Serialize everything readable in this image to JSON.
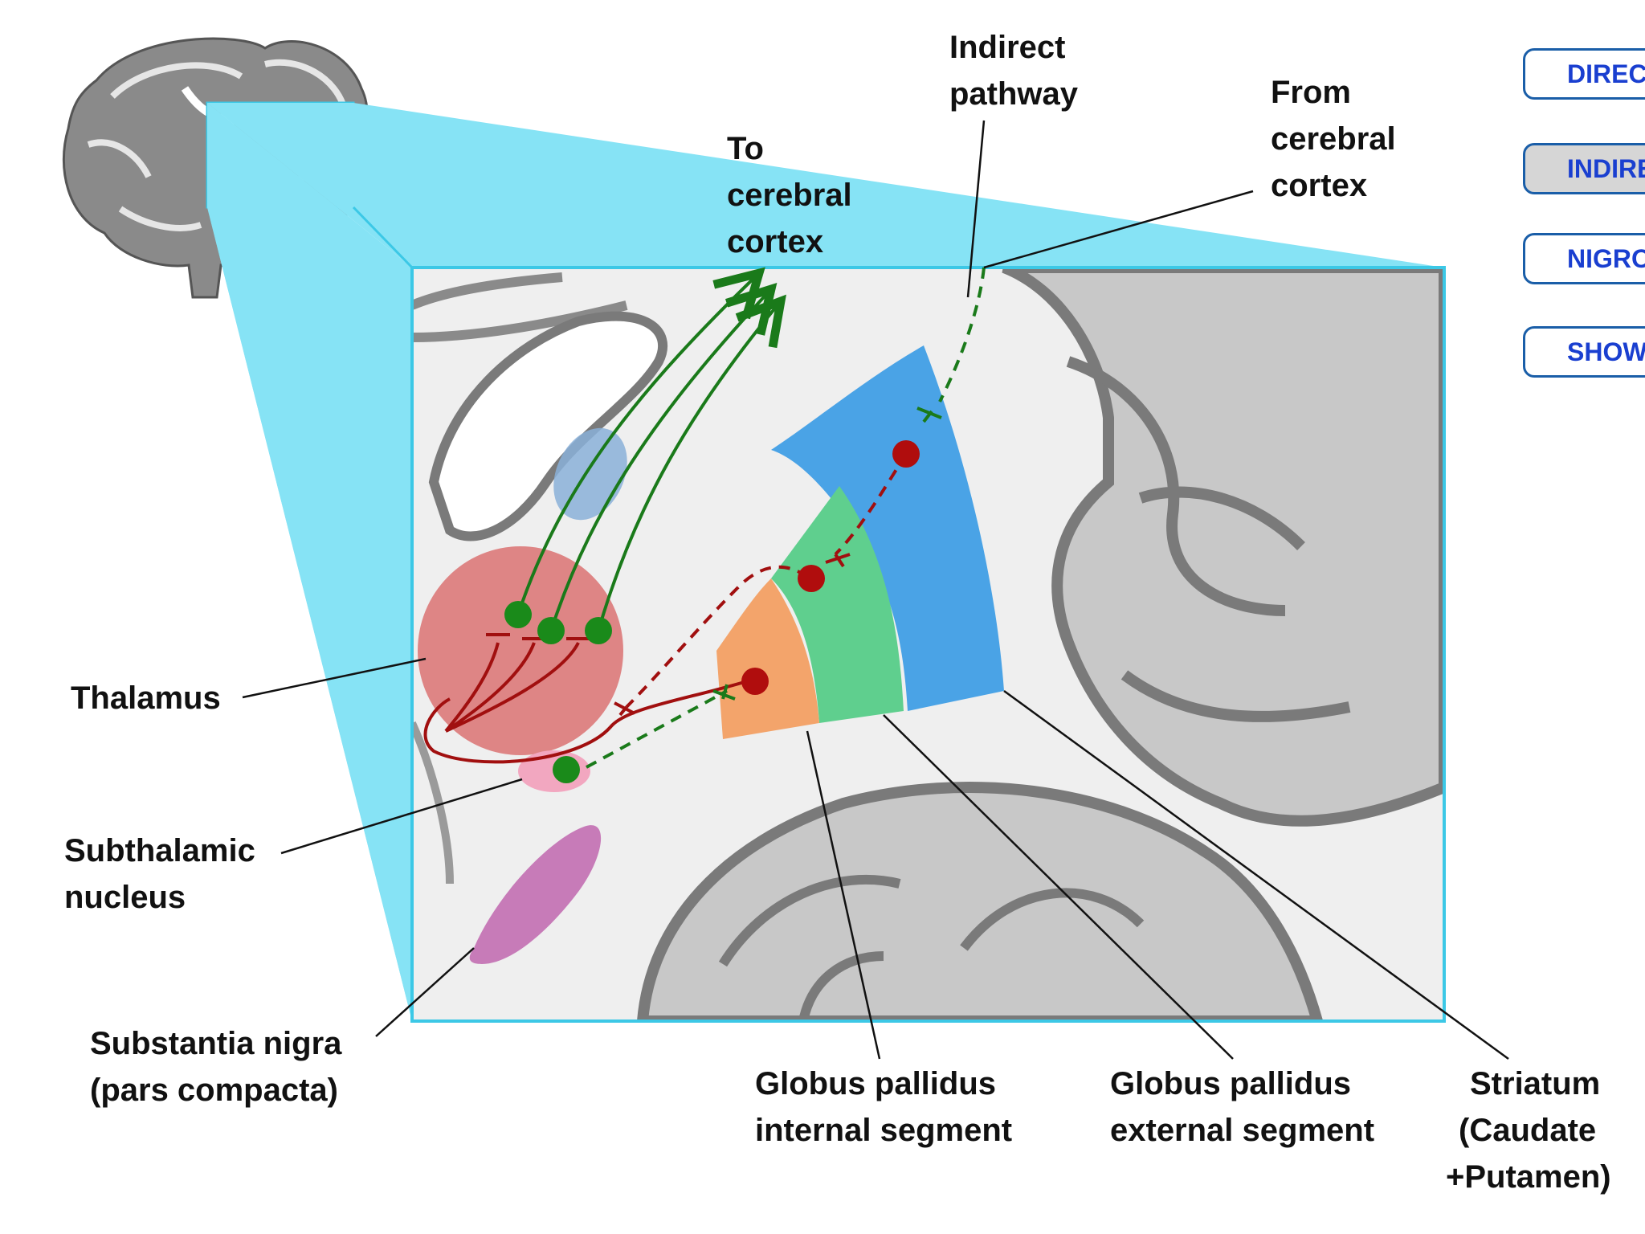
{
  "labels": {
    "indirect_pathway": [
      "Indirect",
      "pathway"
    ],
    "to_cortex": [
      "To",
      "cerebral",
      "cortex"
    ],
    "from_cortex": [
      "From",
      "cerebral",
      "cortex"
    ],
    "thalamus": [
      "Thalamus"
    ],
    "subthalamic": [
      "Subthalamic",
      "nucleus"
    ],
    "substantia_nigra": [
      "Substantia nigra",
      "(pars compacta)"
    ],
    "gpi": [
      "Globus pallidus",
      "internal segment"
    ],
    "gpe": [
      "Globus pallidus",
      "external segment"
    ],
    "striatum": [
      "Striatum",
      "(Caudate",
      "+Putamen)"
    ]
  },
  "nav_buttons": [
    {
      "label": "DIRECT",
      "active": false
    },
    {
      "label": "INDIRECT",
      "active": true
    },
    {
      "label": "NIGROSTRIATAL",
      "active": false
    },
    {
      "label": "SHOW ALL",
      "active": false
    }
  ],
  "colors": {
    "highlight": "#86e3f5",
    "highlight_border": "#3cc8e6",
    "thalamus": "#d96a6a",
    "subthalamic": "#f2a7c0",
    "substantia_nigra": "#c77bb8",
    "gpi": "#f3a46b",
    "gpe": "#5fcf8e",
    "striatum": "#4aa3e6",
    "excitatory": "#1a7a1a",
    "inhibitory": "#a10f0f",
    "nav_text": "#1a3fd0",
    "nav_border": "#1a5ea8"
  }
}
